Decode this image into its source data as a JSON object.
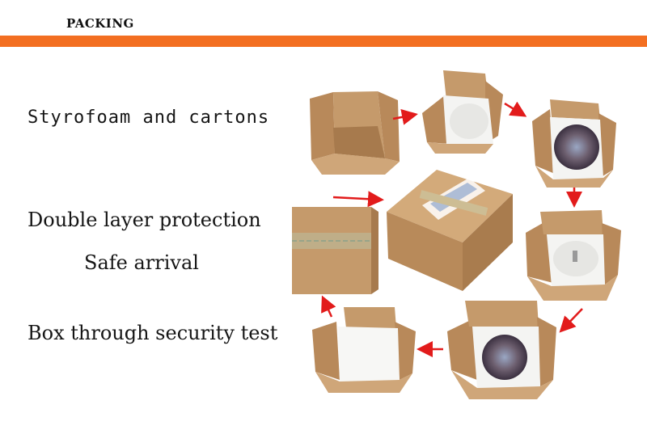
{
  "header": {
    "title": "PACKING",
    "bar_color": "#f36f21"
  },
  "captions": {
    "line1": "Styrofoam and cartons",
    "line2": "Double layer protection",
    "line3": "Safe arrival",
    "line4": "Box through security test"
  },
  "photo": {
    "steps": [
      "open-empty-carton",
      "carton-with-styrofoam-liner",
      "carton-with-plate-in-liner",
      "carton-with-stand-in-liner",
      "carton-with-plate-and-stand",
      "carton-with-styrofoam-cover",
      "taped-closed-carton",
      "labeled-sealed-shipping-box"
    ],
    "arrow_color": "#e21b1b",
    "carton_color": "#c59a6b",
    "foam_color": "#f4f4f2"
  }
}
